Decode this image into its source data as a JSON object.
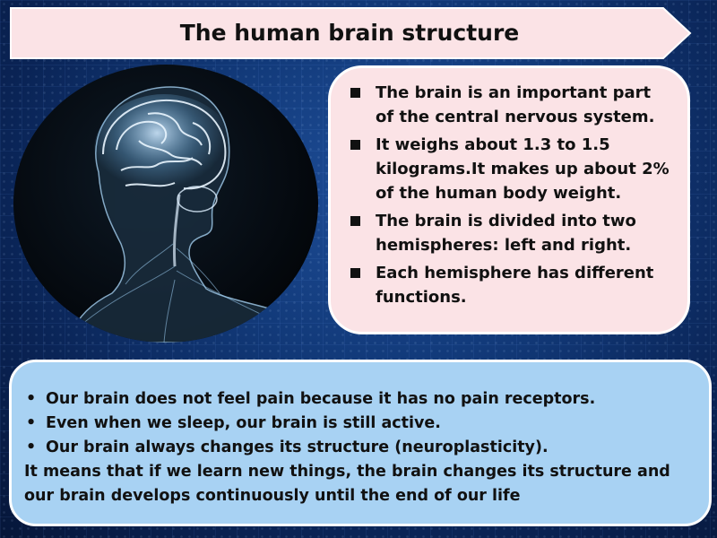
{
  "title": "The human brain structure",
  "colors": {
    "background": "#123a7a",
    "title_banner": "#fbe3e6",
    "info_box": "#fbe3e6",
    "facts_box": "#a8d2f3",
    "text": "#111111"
  },
  "image": {
    "subject": "human-head-brain-xray-illustration"
  },
  "info_points": [
    "The brain is an important part of the central nervous system.",
    "It weighs about 1.3 to 1.5 kilograms.It makes up about 2% of the human body weight.",
    "The brain is divided into two hemispheres: left and right.",
    "Each hemisphere has different functions."
  ],
  "facts": [
    "Our brain does not feel pain because it has no pain receptors.",
    "Even when we sleep, our brain is still active.",
    "Our brain always changes its structure (neuroplasticity)."
  ],
  "facts_note": "It means that if we learn new things, the brain changes its structure and our brain develops continuously until the end of our life"
}
